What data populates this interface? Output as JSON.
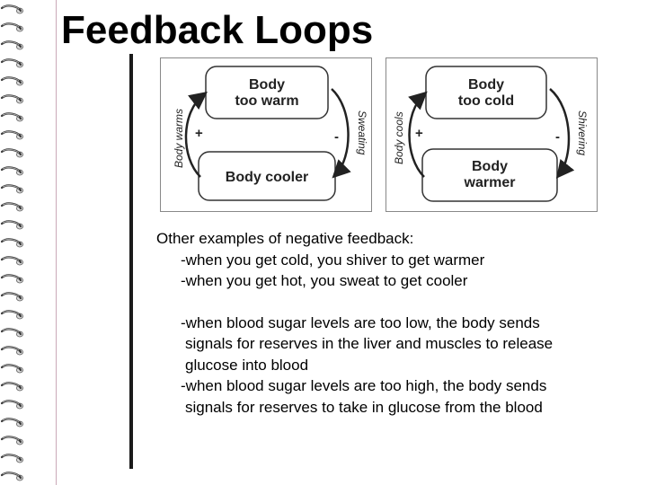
{
  "title": "Feedback Loops",
  "diagrams": [
    {
      "top_box": [
        "Body",
        "too warm"
      ],
      "bottom_box": [
        "Body cooler"
      ],
      "left_label": "Body warms",
      "right_label": "Sweating",
      "left_sign": "+",
      "right_sign": "-"
    },
    {
      "top_box": [
        "Body",
        "too cold"
      ],
      "bottom_box": [
        "Body",
        "warmer"
      ],
      "left_label": "Body cools",
      "right_label": "Shivering",
      "left_sign": "+",
      "right_sign": "-"
    }
  ],
  "text": {
    "heading": "Other examples of negative feedback:",
    "line1": "-when you get cold, you shiver to get warmer",
    "line2": "-when you get hot, you sweat to get cooler",
    "line3": "-when blood sugar levels are too low, the body sends",
    "line4": "signals for reserves in the liver and muscles to release",
    "line5": "glucose into blood",
    "line6": "-when blood sugar levels are too high, the body sends",
    "line7": "signals for reserves to take in glucose from the blood"
  }
}
